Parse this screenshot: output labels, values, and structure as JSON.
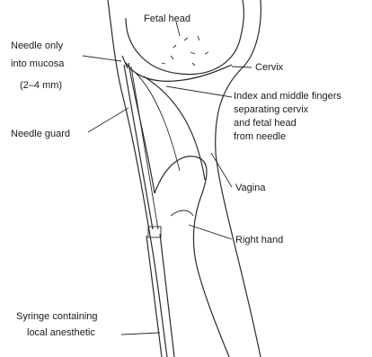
{
  "labels": {
    "fetal_head": "Fetal head",
    "needle_only_1": "Needle only",
    "needle_only_2": "into mucosa",
    "depth": "(2–4 mm)",
    "cervix": "Cervix",
    "fingers_1": "Index and middle fingers",
    "fingers_2": "separating cervix",
    "fingers_3": "and fetal head",
    "fingers_4": "from needle",
    "needle_guard": "Needle guard",
    "vagina": "Vagina",
    "right_hand": "Right hand",
    "syringe_1": "Syringe containing",
    "syringe_2": "local anesthetic"
  }
}
